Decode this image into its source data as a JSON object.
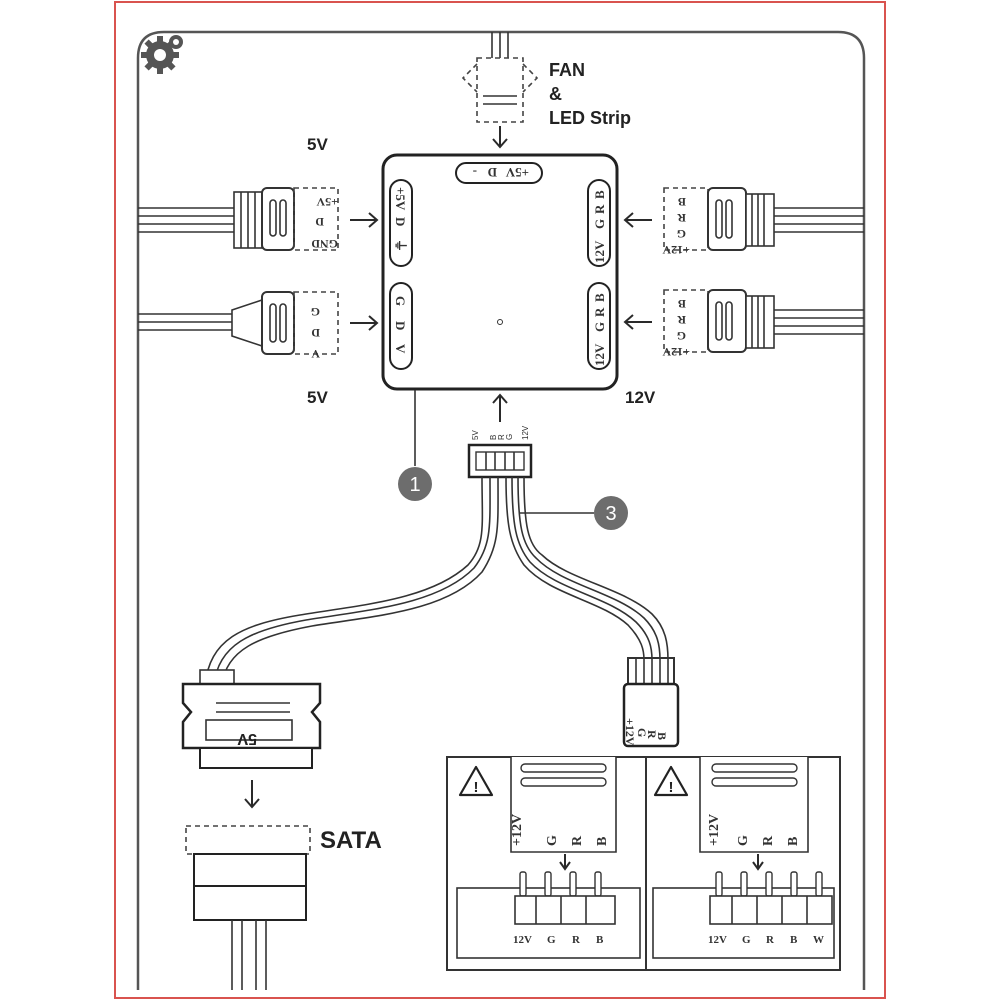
{
  "colors": {
    "outer_frame": "#d9534f",
    "panel_border": "#555555",
    "badge_fill": "#6d6d6d",
    "ink": "#222222"
  },
  "icons": {
    "settings": "gears-icon",
    "warning": "warning-triangle-icon",
    "arrow": "arrow-icon"
  },
  "labels": {
    "fan_line1": "FAN",
    "fan_line2": "&",
    "fan_line3": "LED Strip",
    "left_top_voltage": "5V",
    "left_bottom_voltage": "5V",
    "right_bottom_voltage": "12V",
    "sata": "SATA"
  },
  "hub": {
    "top_port": [
      "+5V",
      "D",
      "-"
    ],
    "left_top_port": [
      "+5V",
      "D",
      "⏚"
    ],
    "left_bottom_port": [
      "G",
      "D",
      "V"
    ],
    "right_top_port": [
      "12V",
      "G",
      "R",
      "B"
    ],
    "right_bottom_port": [
      "12V",
      "G",
      "R",
      "B"
    ]
  },
  "connectors": {
    "left_top": [
      "+5V",
      "D",
      "GND"
    ],
    "left_bottom": [
      "G",
      "D",
      "V"
    ],
    "right_top": [
      "+12V",
      "G",
      "R",
      "B"
    ],
    "right_bottom": [
      "+12V",
      "G",
      "R",
      "B"
    ],
    "hub_bottom_pins": [
      "5V",
      "B",
      "R",
      "G",
      "12V"
    ],
    "plug_pins": [
      "+12V",
      "G",
      "R",
      "B"
    ],
    "sata_plug": "5V"
  },
  "badges": {
    "one": "1",
    "three": "3"
  },
  "headers": {
    "left": {
      "card_labels": [
        "+12V",
        "G",
        "R",
        "B"
      ],
      "pin_labels": [
        "12V",
        "G",
        "R",
        "B"
      ]
    },
    "right": {
      "card_labels": [
        "+12V",
        "G",
        "R",
        "B"
      ],
      "pin_labels": [
        "12V",
        "G",
        "R",
        "B",
        "W"
      ]
    }
  }
}
